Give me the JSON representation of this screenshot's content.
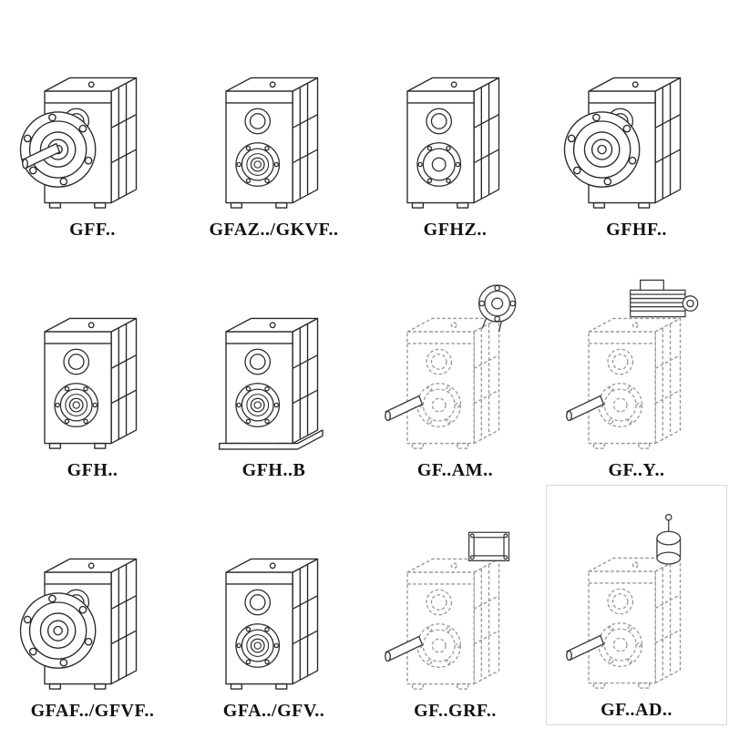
{
  "accent_colors": {
    "line": "#2b2b2b",
    "dashed_line": "#989898",
    "label": "#111111"
  },
  "grid": {
    "items": [
      {
        "label": "GFF..",
        "drawing": "gear-unit-flange-with-solid-shaft-drawing"
      },
      {
        "label": "GFAZ../GKVF..",
        "drawing": "gear-unit-hollow-shaft-drawing"
      },
      {
        "label": "GFHZ..",
        "drawing": "gear-unit-hollow-shrink-disc-drawing"
      },
      {
        "label": "GFHF..",
        "drawing": "gear-unit-flange-hollow-shaft-drawing"
      },
      {
        "label": "GFH..",
        "drawing": "gear-unit-hollow-shaft-housing-drawing"
      },
      {
        "label": "GFH..B",
        "drawing": "gear-unit-hollow-shaft-base-plate-drawing"
      },
      {
        "label": "GF..AM..",
        "drawing": "gear-unit-dashed-input-flange-adapter-drawing"
      },
      {
        "label": "GF..Y..",
        "drawing": "gear-unit-dashed-with-motor-drawing"
      },
      {
        "label": "GFAF../GFVF..",
        "drawing": "gear-unit-flange-mounted-drawing"
      },
      {
        "label": "GFA../GFV..",
        "drawing": "gear-unit-shaft-mounted-drawing"
      },
      {
        "label": "GF..GRF..",
        "drawing": "gear-unit-dashed-gear-input-box-drawing"
      },
      {
        "label": "GF..AD..",
        "drawing": "gear-unit-dashed-input-shaft-adapter-drawing"
      }
    ]
  }
}
